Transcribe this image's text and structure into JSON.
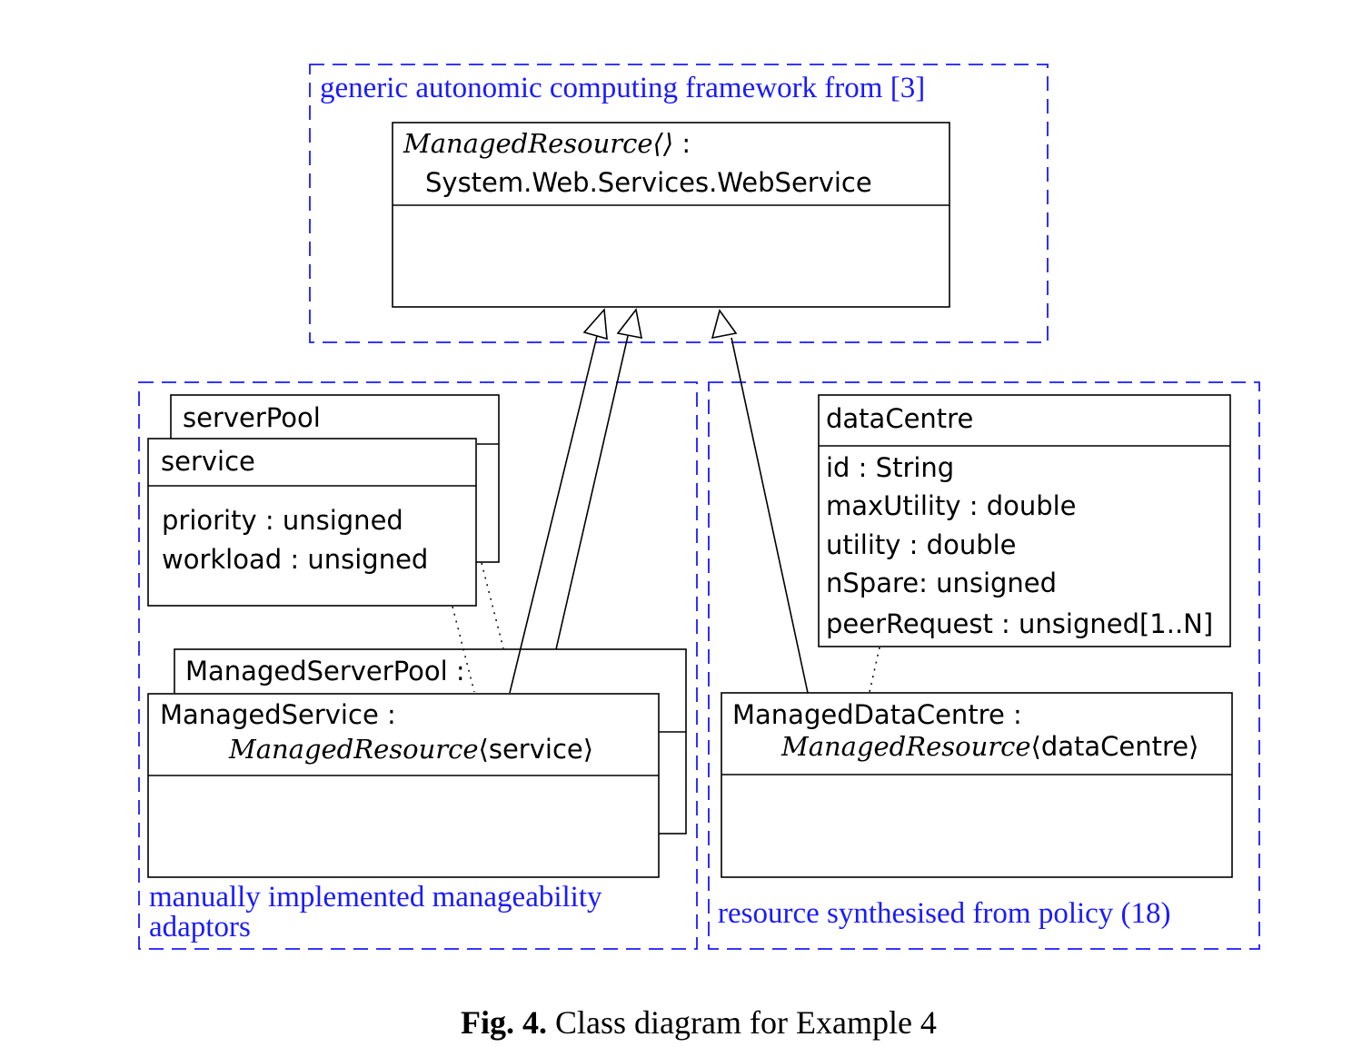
{
  "packages": {
    "framework": {
      "label": "generic autonomic computing framework from [3]"
    },
    "manual": {
      "label_line1": "manually implemented manageability",
      "label_line2": "adaptors"
    },
    "synth": {
      "label": "resource synthesised from policy (18)"
    }
  },
  "classes": {
    "managed_resource": {
      "name_italic": "ManagedResource⟨⟩",
      "name_sep": " :",
      "base": "System.Web.Services.WebService"
    },
    "server_pool": {
      "name": "serverPool"
    },
    "service": {
      "name": "service",
      "attributes": [
        "priority :  unsigned",
        "workload :  unsigned"
      ]
    },
    "managed_server_pool": {
      "name": "ManagedServerPool :"
    },
    "managed_service": {
      "name": "ManagedService :",
      "type_italic": "ManagedResource",
      "type_param": "⟨service⟩"
    },
    "data_centre": {
      "name": "dataCentre",
      "attributes": [
        "id :  String",
        "maxUtility :  double",
        "utility :  double",
        "nSpare:  unsigned",
        "peerRequest :  unsigned[1..N]"
      ]
    },
    "managed_data_centre": {
      "name": "ManagedDataCentre :",
      "type_italic": "ManagedResource",
      "type_param": "⟨dataCentre⟩"
    }
  },
  "caption": {
    "bold": "Fig. 4.",
    "text": " Class diagram for Example 4"
  }
}
